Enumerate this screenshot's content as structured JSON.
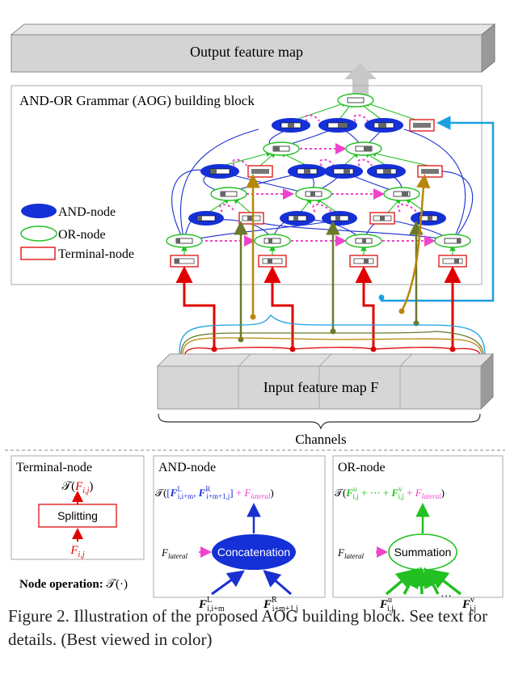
{
  "top": {
    "output_label": "Output feature map",
    "block_title": "AND-OR Grammar (AOG) building block",
    "legend": {
      "and_node": "AND-node",
      "or_node": "OR-node",
      "terminal_node": "Terminal-node"
    },
    "input_label": "Input feature map F",
    "channels_label": "Channels"
  },
  "bottom": {
    "terminal_panel": {
      "title": "Terminal-node",
      "output_expr": "𝒯(F_{i,j})",
      "op_label": "Splitting",
      "input_expr": "F_{i,j}"
    },
    "and_panel": {
      "title": "AND-node",
      "output_expr": "𝒯([F^L_{i,i+m}, F^R_{i+m+1,j}] + F_{lateral})",
      "lateral_label": "F_{lateral}",
      "op_label": "Concatenation",
      "input_left": "F^L_{i,i+m}",
      "input_right": "F^R_{i+m+1,j}"
    },
    "or_panel": {
      "title": "OR-node",
      "output_expr": "𝒯(F^u_{i,j} + ⋯ + F^v_{i,j} + F_{lateral})",
      "lateral_label": "F_{lateral}",
      "op_label": "Summation",
      "input_left": "F^u_{i,j}",
      "dots": "…",
      "input_right": "F^v_{i,j}"
    },
    "node_operation_label": "Node operation:",
    "node_operation_symbol": "𝒯(·)"
  },
  "caption": "Figure 2. Illustration of the proposed AOG building block. See text for details. (Best viewed in color)",
  "colors": {
    "and_fill": "#1530d6",
    "or_stroke": "#22c022",
    "terminal_stroke": "#e02020",
    "lateral": "#ee44cc",
    "red_path": "#e00000",
    "olive_path": "#6b7a2a",
    "gold_path": "#b8860b",
    "cyan_path": "#1aa0e0",
    "blue_edge": "#1a2fd0"
  }
}
